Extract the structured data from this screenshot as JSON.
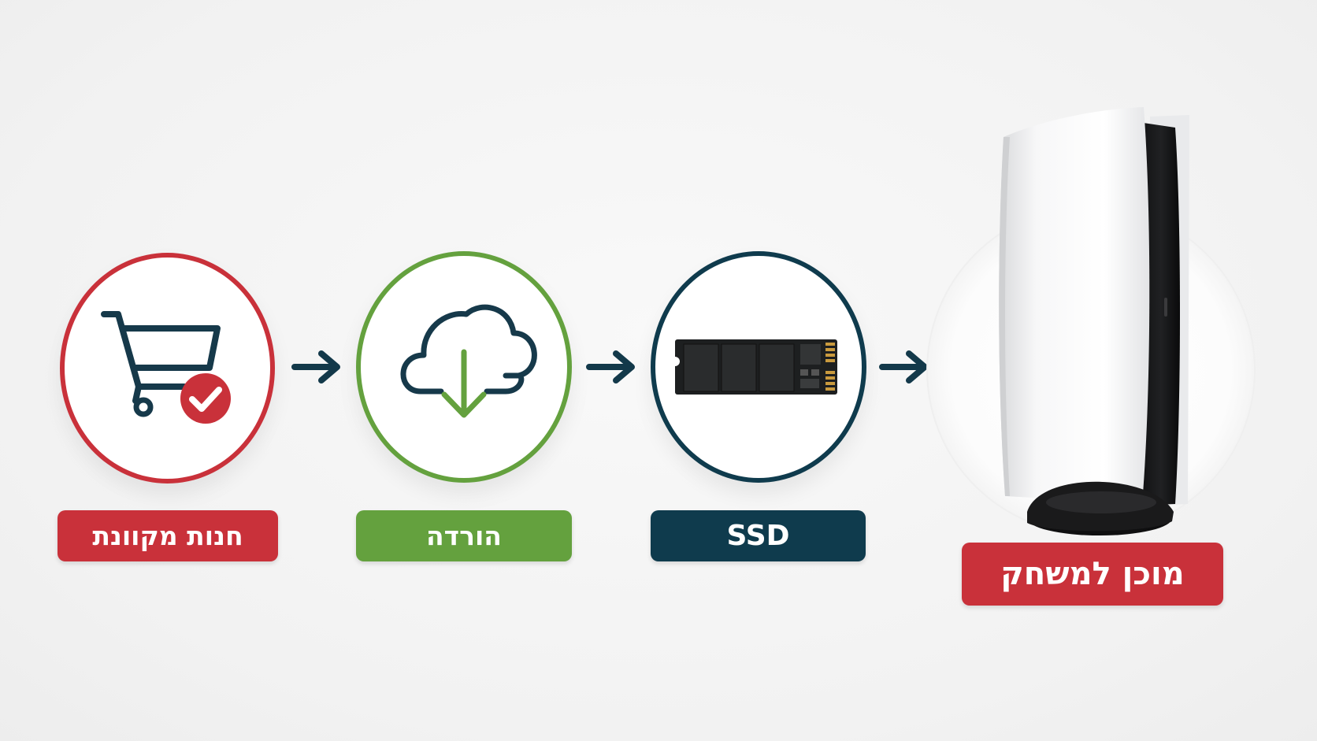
{
  "steps": [
    {
      "label": "חנות מקוונת",
      "icon": "shopping-cart-check-icon",
      "color": "#c9313a"
    },
    {
      "label": "הורדה",
      "icon": "cloud-download-icon",
      "color": "#64a13e"
    },
    {
      "label": "SSD",
      "icon": "ssd-module-icon",
      "color": "#0f3b4d"
    },
    {
      "label": "מוכן למשחק",
      "icon": "game-console-icon",
      "color": "#c9313a"
    }
  ],
  "colors": {
    "arrow": "#13394a",
    "background": "#f3f3f3"
  }
}
